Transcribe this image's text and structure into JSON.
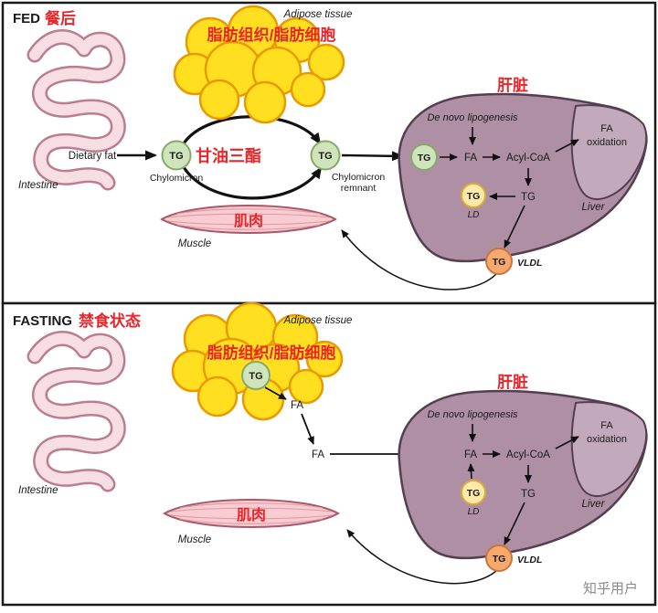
{
  "watermark": "知乎用户",
  "colors": {
    "accent_red": "#e8262a",
    "tg_green": "#cfe4bb",
    "ld_yellow": "#fdeaa9",
    "vldl_orange": "#f6a96e",
    "adipose_yellow": "#ffdf1f",
    "muscle_pink": "#f8ccd0",
    "liver_purple": "#ae8fa4"
  },
  "common": {
    "tg": "TG",
    "fa": "FA",
    "acyl_coa": "Acyl-CoA",
    "ld": "LD",
    "vldl": "VLDL",
    "dnl": "De novo lipogenesis",
    "fa_ox_line1": "FA",
    "fa_ox_line2": "oxidation",
    "intestine": "Intestine",
    "muscle_en": "Muscle",
    "muscle_zh": "肌肉",
    "liver_en": "Liver",
    "liver_zh": "肝脏",
    "adipose_en": "Adipose tissue",
    "adipose_zh": "脂肪组织/脂肪细胞"
  },
  "fed": {
    "title_en": "FED",
    "title_zh": "餐后",
    "dietary_fat": "Dietary fat",
    "chylomicron": "Chylomicron",
    "remnant_line1": "Chylomicron",
    "remnant_line2": "remnant",
    "triglyceride_zh": "甘油三酯"
  },
  "fasting": {
    "title_en": "FASTING",
    "title_zh": "禁食状态"
  }
}
